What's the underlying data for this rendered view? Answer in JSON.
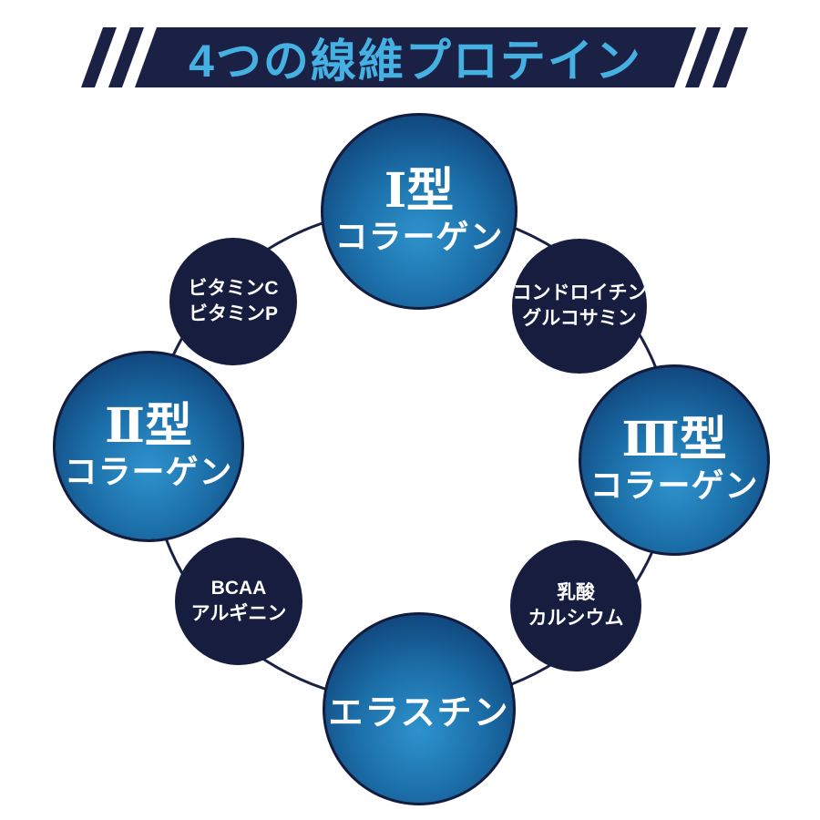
{
  "header": {
    "title": "4つの線維プロテイン"
  },
  "diagram": {
    "main_nodes": [
      {
        "name": "type1-collagen",
        "line1": "Ⅰ型",
        "line2": "コラーゲン"
      },
      {
        "name": "type2-collagen",
        "line1": "Ⅱ型",
        "line2": "コラーゲン"
      },
      {
        "name": "type3-collagen",
        "line1": "Ⅲ型",
        "line2": "コラーゲン"
      },
      {
        "name": "elastin",
        "line1": "エラスチン"
      }
    ],
    "sub_nodes": [
      {
        "name": "vitamins",
        "line1": "ビタミンC",
        "line2": "ビタミンP"
      },
      {
        "name": "chondroitin-glucosamine",
        "line1": "コンドロイチン",
        "line2": "グルコサミン"
      },
      {
        "name": "bcaa-arginine",
        "line1": "BCAA",
        "line2": "アルギニン"
      },
      {
        "name": "calcium-lactate",
        "line1": "乳酸",
        "line2": "カルシウム"
      }
    ]
  },
  "colors": {
    "navy": "#1b2145",
    "title_blue": "#45b0e2",
    "circle_blue_center": "#2e92cc",
    "circle_blue_edge": "#0a3161",
    "text_white": "#ffffff"
  }
}
